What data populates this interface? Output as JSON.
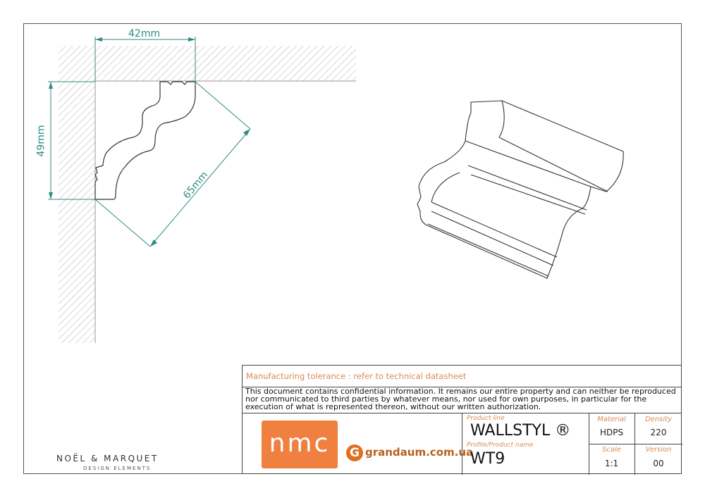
{
  "drawing": {
    "dim_width": "42mm",
    "dim_height": "49mm",
    "dim_diagonal": "65mm"
  },
  "title_block": {
    "tolerance": "Manufacturing tolerance : refer to technical datasheet",
    "confidential": "This document contains confidential information. It remains our entire property and can neither be reproduced nor communicated to third parties by whatever means, nor used for own purposes, in particular for the execution of what is represented thereon, without our written authorization.",
    "logo_text": "nmc",
    "site": "grandaum.com.ua",
    "site_icon": "G",
    "product_line_label": "Product line",
    "product_line": "WALLSTYL ®",
    "product_name_label": "Profile/Product name",
    "product_name": "WT9",
    "material_label": "Material",
    "material": "HDPS",
    "density_label": "Density",
    "density": "220",
    "scale_label": "Scale",
    "scale": "1:1",
    "version_label": "Version",
    "version": "00"
  },
  "brand": {
    "name": "NOËL & MARQUET",
    "tagline": "DESIGN ELEMENTS"
  },
  "colors": {
    "dimension": "#2e8b80",
    "accent": "#f08040",
    "label": "#d98a55"
  }
}
